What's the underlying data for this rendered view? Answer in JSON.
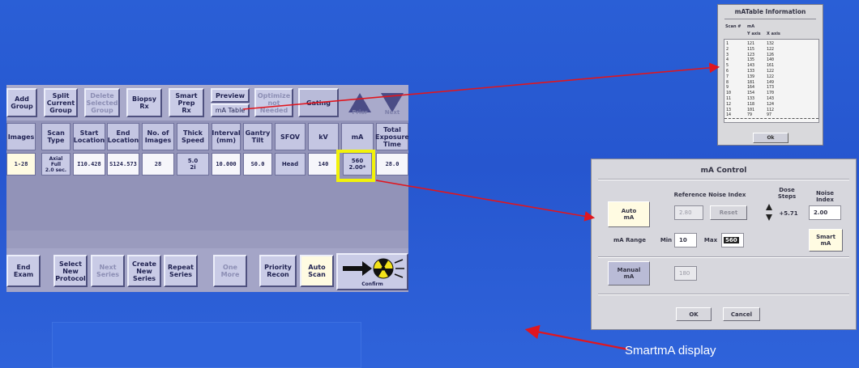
{
  "colors": {
    "highlight": "#f2f20a",
    "arrow": "#e0161e",
    "background": "#2a5fd6"
  },
  "console": {
    "top_buttons": [
      {
        "label": "Add\nGroup",
        "enabled": true
      },
      {
        "label": "Split\nCurrent\nGroup",
        "enabled": true
      },
      {
        "label": "Delete\nSelected\nGroup",
        "enabled": false
      },
      {
        "label": "Biopsy\nRx",
        "enabled": true
      },
      {
        "label": "Smart\nPrep\nRx",
        "enabled": true
      },
      {
        "label": "Preview",
        "enabled": true
      },
      {
        "label": "mA Table",
        "enabled": true
      },
      {
        "label": "Optimize\nnot\nNeeded",
        "enabled": false
      },
      {
        "label": "Gating",
        "enabled": true
      },
      {
        "label": "Prior",
        "enabled": false
      },
      {
        "label": "Next",
        "enabled": false
      }
    ],
    "headers": [
      "Images",
      "Scan\nType",
      "Start\nLocation",
      "End\nLocation",
      "No. of\nImages",
      "Thick\nSpeed",
      "Interval\n(mm)",
      "Gantry\nTilt",
      "SFOV",
      "kV",
      "mA",
      "Total\nExposure\nTime"
    ],
    "values": [
      "1-28",
      "Axial\nFull\n2.0 sec.",
      "I10.428",
      "S124.573",
      "28",
      "5.0\n2i",
      "10.000",
      "S0.0",
      "Head",
      "140",
      "560\n2.00*",
      "28.0"
    ],
    "bottom_buttons": [
      {
        "label": "End\nExam",
        "enabled": true
      },
      {
        "label": "Select\nNew\nProtocol",
        "enabled": true
      },
      {
        "label": "Next\nSeries",
        "enabled": false
      },
      {
        "label": "Create\nNew\nSeries",
        "enabled": true
      },
      {
        "label": "Repeat\nSeries",
        "enabled": true
      },
      {
        "label": "One\nMore",
        "enabled": false
      },
      {
        "label": "Priority\nRecon",
        "enabled": true
      },
      {
        "label": "Auto\nScan",
        "enabled": true
      },
      {
        "label": "Confirm",
        "enabled": true
      }
    ]
  },
  "ma_table": {
    "title": "mATable Information",
    "col_scan": "Scan #",
    "col_ma": "mA",
    "col_y": "Y axis",
    "col_x": "X axis",
    "rows": [
      [
        "1",
        "121",
        "132"
      ],
      [
        "2",
        "115",
        "122"
      ],
      [
        "3",
        "123",
        "126"
      ],
      [
        "4",
        "135",
        "140"
      ],
      [
        "5",
        "143",
        "161"
      ],
      [
        "6",
        "133",
        "122"
      ],
      [
        "7",
        "139",
        "122"
      ],
      [
        "8",
        "181",
        "149"
      ],
      [
        "9",
        "164",
        "173"
      ],
      [
        "10",
        "154",
        "170"
      ],
      [
        "11",
        "133",
        "143"
      ],
      [
        "12",
        "118",
        "124"
      ],
      [
        "13",
        "101",
        "112"
      ],
      [
        "14",
        "79",
        "97"
      ]
    ],
    "ok_label": "Ok"
  },
  "ma_control": {
    "title": "mA Control",
    "ref_noise_label": "Reference Noise Index",
    "dose_steps_label": "Dose\nSteps",
    "noise_index_label": "Noise\nIndex",
    "auto_ma_label": "Auto\nmA",
    "ref_noise_value": "2.80",
    "reset_label": "Reset",
    "dose_steps_value": "+5.71",
    "noise_index_value": "2.00",
    "ma_range_label": "mA Range",
    "min_label": "Min",
    "min_value": "10",
    "max_label": "Max",
    "max_value": "560",
    "smart_ma_label": "Smart\nmA",
    "manual_ma_label": "Manual\nmA",
    "manual_value": "180",
    "ok_label": "OK",
    "cancel_label": "Cancel"
  },
  "callout": {
    "text": "SmartmA display"
  }
}
